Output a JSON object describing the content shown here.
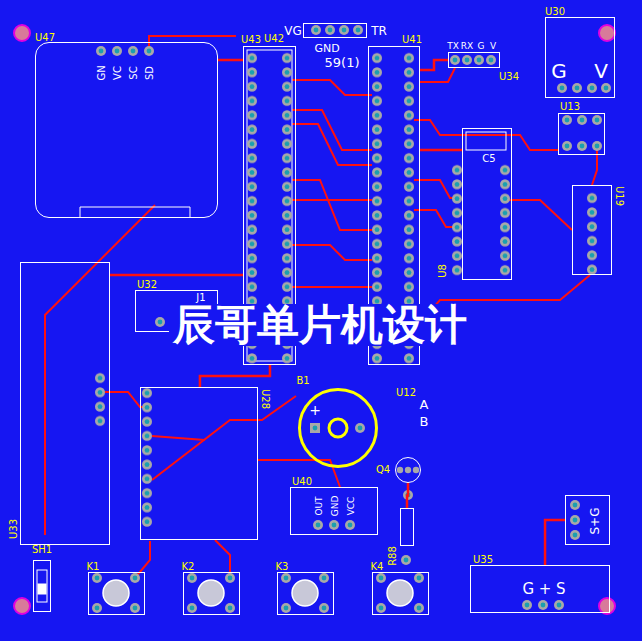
{
  "diagram": {
    "nodes": [
      {
        "text": [
          "U47",
          "GN",
          "VC",
          "SC",
          "SD"
        ]
      },
      {
        "text": [
          "U43",
          "U42"
        ]
      },
      {
        "text": [
          "VG",
          "GND",
          "TR"
        ]
      },
      {
        "text": [
          "U41"
        ]
      },
      {
        "text": [
          "U34",
          "TX",
          "RX",
          "G",
          "V"
        ]
      },
      {
        "text": [
          "U30",
          "G",
          "V"
        ]
      },
      {
        "text": [
          "U13"
        ]
      },
      {
        "text": [
          "U19"
        ]
      },
      {
        "text": [
          "C5",
          "U8"
        ]
      },
      {
        "text": [
          "U32",
          "J1"
        ]
      },
      {
        "text": [
          "U33"
        ]
      },
      {
        "text": [
          "U28"
        ]
      },
      {
        "text": [
          "B1",
          "+"
        ]
      },
      {
        "text": [
          "Q4"
        ]
      },
      {
        "text": [
          "U40",
          "OUT",
          "GND",
          "VCC"
        ]
      },
      {
        "text": [
          "R88"
        ]
      },
      {
        "text": [
          "S+G"
        ]
      },
      {
        "text": [
          "U35",
          "G + S"
        ]
      },
      {
        "text": [
          "SH1"
        ]
      },
      {
        "text": [
          "K1"
        ]
      },
      {
        "text": [
          "K2"
        ]
      },
      {
        "text": [
          "K3"
        ]
      },
      {
        "text": [
          "K4"
        ]
      }
    ],
    "edges": [
      {
        "from": 0,
        "to": 1,
        "arrow": "none"
      },
      {
        "from": 3,
        "to": 4,
        "arrow": "none"
      },
      {
        "from": 3,
        "to": 8,
        "arrow": "none"
      },
      {
        "from": 10,
        "to": 1,
        "arrow": "none"
      },
      {
        "from": 11,
        "to": 1,
        "arrow": "none"
      },
      {
        "from": 13,
        "to": 15,
        "arrow": "none"
      },
      {
        "from": 17,
        "to": 16,
        "arrow": "none"
      }
    ],
    "labels": [
      "59(1)",
      "U12",
      "A",
      "B",
      "辰哥单片机设计"
    ]
  }
}
